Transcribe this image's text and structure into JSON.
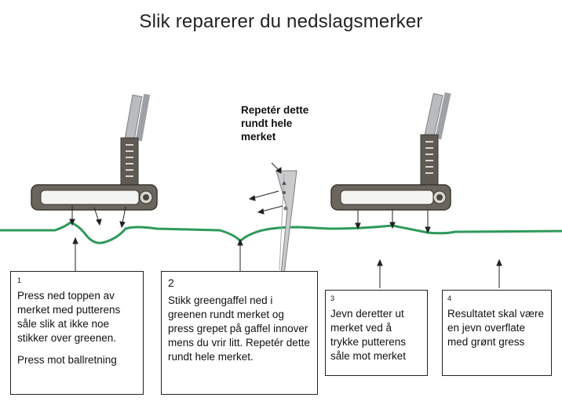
{
  "title": "Slik reparerer du nedslagsmerker",
  "callout_fork": "Repetér dette rundt hele merket",
  "steps": [
    {
      "number": "1",
      "text": "Press ned toppen av merket med putterens såle slik at ikke noe stikker over greenen.",
      "note": "Press mot ballretning"
    },
    {
      "number": "2",
      "text": "Stikk greengaffel ned i greenen rundt merket og press grepet på gaffel innover mens du vrir litt. Repetér dette rundt hele merket."
    },
    {
      "number": "3",
      "text": "Jevn deretter ut merket ved å trykke putterens såle mot merket"
    },
    {
      "number": "4",
      "text": "Resultatet skal være en jevn overflate med grønt gress"
    }
  ],
  "colors": {
    "grass": "#2e9a5a",
    "putter_body": "#5f5a52",
    "shaft": "#b9bcbf"
  }
}
